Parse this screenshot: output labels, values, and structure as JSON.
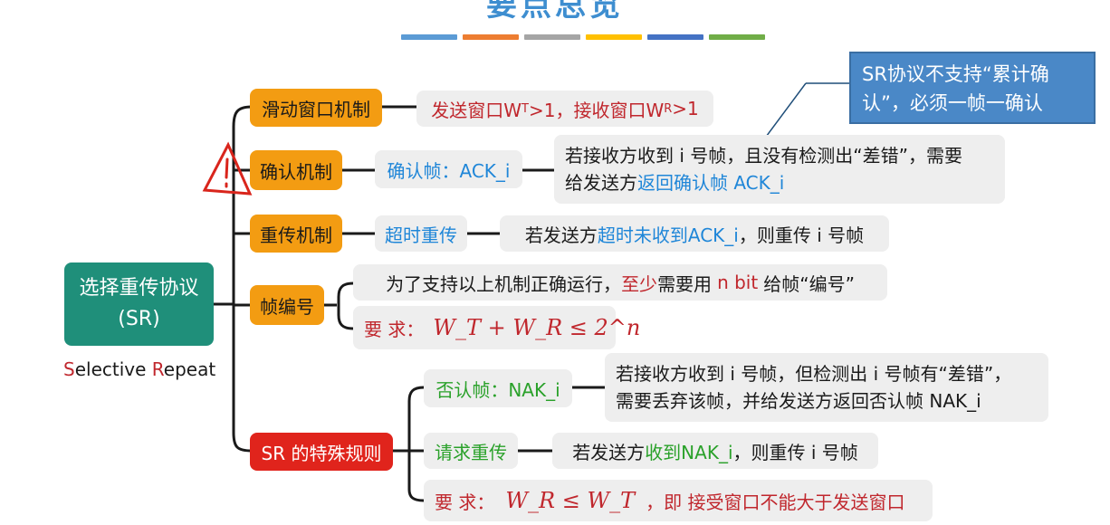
{
  "header": {
    "title": "要点总览",
    "stripe_colors": [
      "#5b9bd5",
      "#ed7d31",
      "#a5a5a5",
      "#ffc000",
      "#4472c4",
      "#70ad47"
    ]
  },
  "root": {
    "line1": "选择重传协议",
    "line2": "(SR)",
    "caption_s": "S",
    "caption_elective": "elective ",
    "caption_r": "R",
    "caption_epeat": "epeat"
  },
  "callout": {
    "text": "SR协议不支持“累计确认”，必须一帧一确认"
  },
  "branches": {
    "sliding": {
      "label": "滑动窗口机制",
      "detail": {
        "a": "发送窗口W",
        "a_sub": "T",
        "b": ">1，接收窗口W",
        "b_sub": "R",
        "c": ">1"
      }
    },
    "confirm": {
      "label": "确认机制",
      "frame": "确认帧：ACK_i",
      "detail_line1": "若接收方收到 i 号帧，且没有检测出“差错”，需要",
      "detail_line2_a": "给发送方",
      "detail_line2_b": "返回确认帧 ACK_i"
    },
    "retransmit": {
      "label": "重传机制",
      "trigger": "超时重传",
      "detail_a": "若发送方",
      "detail_b": "超时未收到ACK_i",
      "detail_c": "，则重传 i 号帧"
    },
    "numbering": {
      "label": "帧编号",
      "detail_a": "为了支持以上机制正确运行，",
      "detail_b": "至少",
      "detail_c": "需要用",
      "detail_d": "n bit",
      "detail_e": "给帧“编号”",
      "req_label": "要 求：",
      "req_formula": "W_T + W_R ≤ 2^n"
    },
    "special": {
      "label": "SR 的特殊规则",
      "nak": "否认帧：NAK_i",
      "nak_line1": "若接收方收到 i 号帧，但检测出 i 号帧有“差错”，",
      "nak_line2": "需要丢弃该帧，并给发送方返回否认帧 NAK_i",
      "req": "请求重传",
      "req_a": "若发送方",
      "req_b": "收到NAK_i",
      "req_c": "，则重传 i 号帧",
      "rule_label": "要 求：",
      "rule_formula": "W_R ≤ W_T",
      "rule_text": "，即 接受窗口不能大于发送窗口"
    }
  }
}
